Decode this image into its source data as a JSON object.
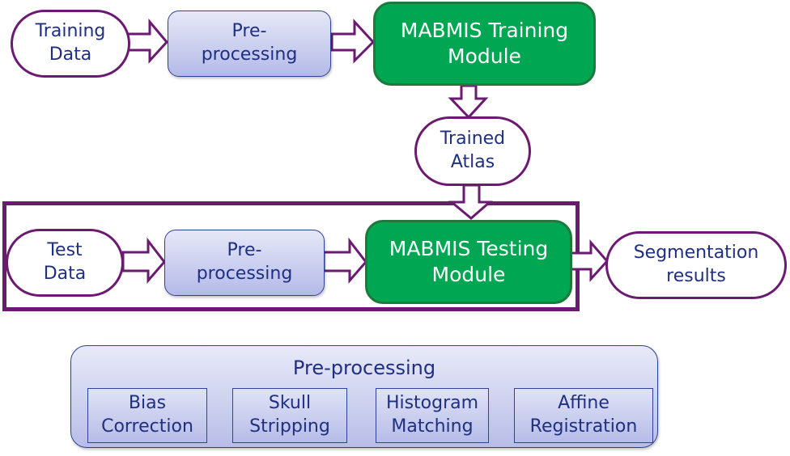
{
  "diagram": {
    "training_row": {
      "input": "Training\nData",
      "preprocessing": "Pre-\nprocessing",
      "module": "MABMIS Training\nModule"
    },
    "trained_atlas": "Trained\nAtlas",
    "testing_row": {
      "input": "Test\nData",
      "preprocessing": "Pre-\nprocessing",
      "module": "MABMIS Testing\nModule",
      "output": "Segmentation\nresults"
    },
    "preprocessing_detail": {
      "title": "Pre-processing",
      "steps": [
        {
          "label": "Bias\nCorrection"
        },
        {
          "label": "Skull\nStripping"
        },
        {
          "label": "Histogram\nMatching"
        },
        {
          "label": "Affine\nRegistration"
        }
      ]
    },
    "colors": {
      "terminal_border": "#6b1a72",
      "module_fill": "#00a651",
      "process_border": "#2f4396",
      "text": "#1f2f82"
    }
  }
}
